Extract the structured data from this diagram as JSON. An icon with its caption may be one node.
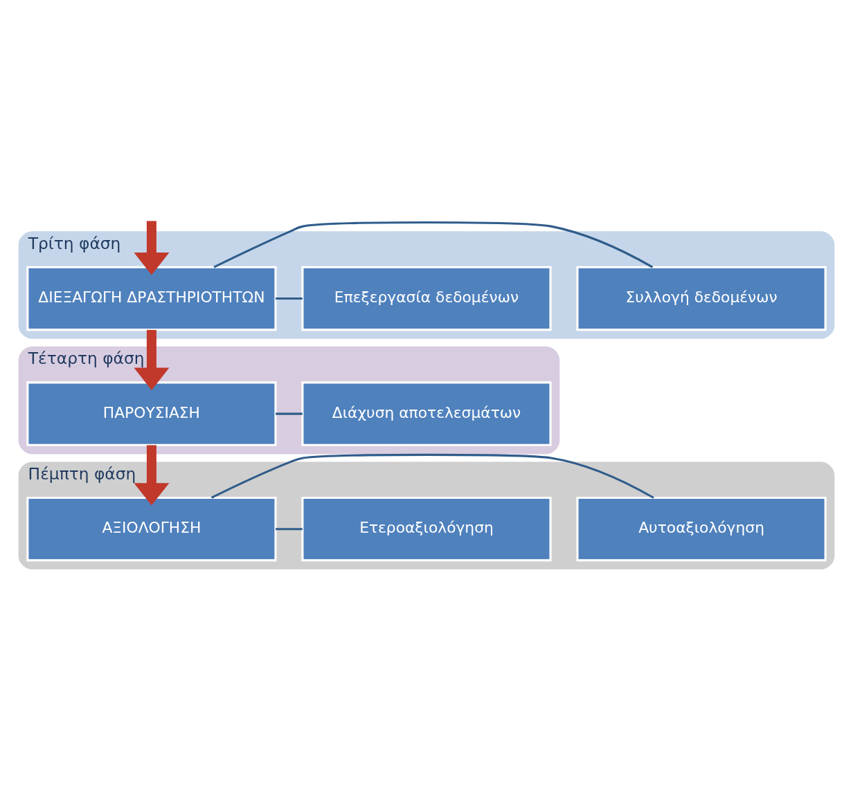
{
  "diagram": {
    "nodes": [
      {
        "text": [
          "Τρίτη φάση"
        ]
      },
      {
        "text": [
          "ΔΙΕΞΑΓΩΓΗ ΔΡΑΣΤΗΡΙΟΤΗΤΩΝ"
        ],
        "in": 0
      },
      {
        "text": [
          "Συλλογή δεδομένων"
        ],
        "in": 0
      },
      {
        "text": [
          "Επεξεργασία δεδομένων"
        ],
        "in": 0
      },
      {
        "text": [
          "Τέταρτη φάση"
        ]
      },
      {
        "text": [
          "ΠΑΡΟΥΣΙΑΣΗ"
        ],
        "in": 4
      },
      {
        "text": [
          "Διάχυση αποτελεσμάτων"
        ],
        "in": 4
      },
      {
        "text": [
          "Πέμπτη φάση"
        ]
      },
      {
        "text": [
          "ΑΞΙΟΛΟΓΗΣΗ"
        ],
        "in": 7
      },
      {
        "text": [
          "Αυτοαξιολόγηση"
        ],
        "in": 7
      },
      {
        "text": [
          "Ετεροαξιολόγηση"
        ],
        "in": 7
      }
    ],
    "edges": [
      {
        "from": null,
        "to": 1,
        "arrow": "to",
        "style": "thick",
        "color": "#c0392b"
      },
      {
        "from": 1,
        "to": 2,
        "arrow": "none"
      },
      {
        "from": 1,
        "to": 3,
        "arrow": "none"
      },
      {
        "from": 1,
        "to": 5,
        "arrow": "to",
        "style": "thick",
        "color": "#c0392b"
      },
      {
        "from": 5,
        "to": 6,
        "arrow": "none"
      },
      {
        "from": 5,
        "to": 8,
        "arrow": "to",
        "style": "thick",
        "color": "#c0392b"
      },
      {
        "from": 8,
        "to": 9,
        "arrow": "none"
      },
      {
        "from": 8,
        "to": 10,
        "arrow": "none"
      }
    ]
  }
}
